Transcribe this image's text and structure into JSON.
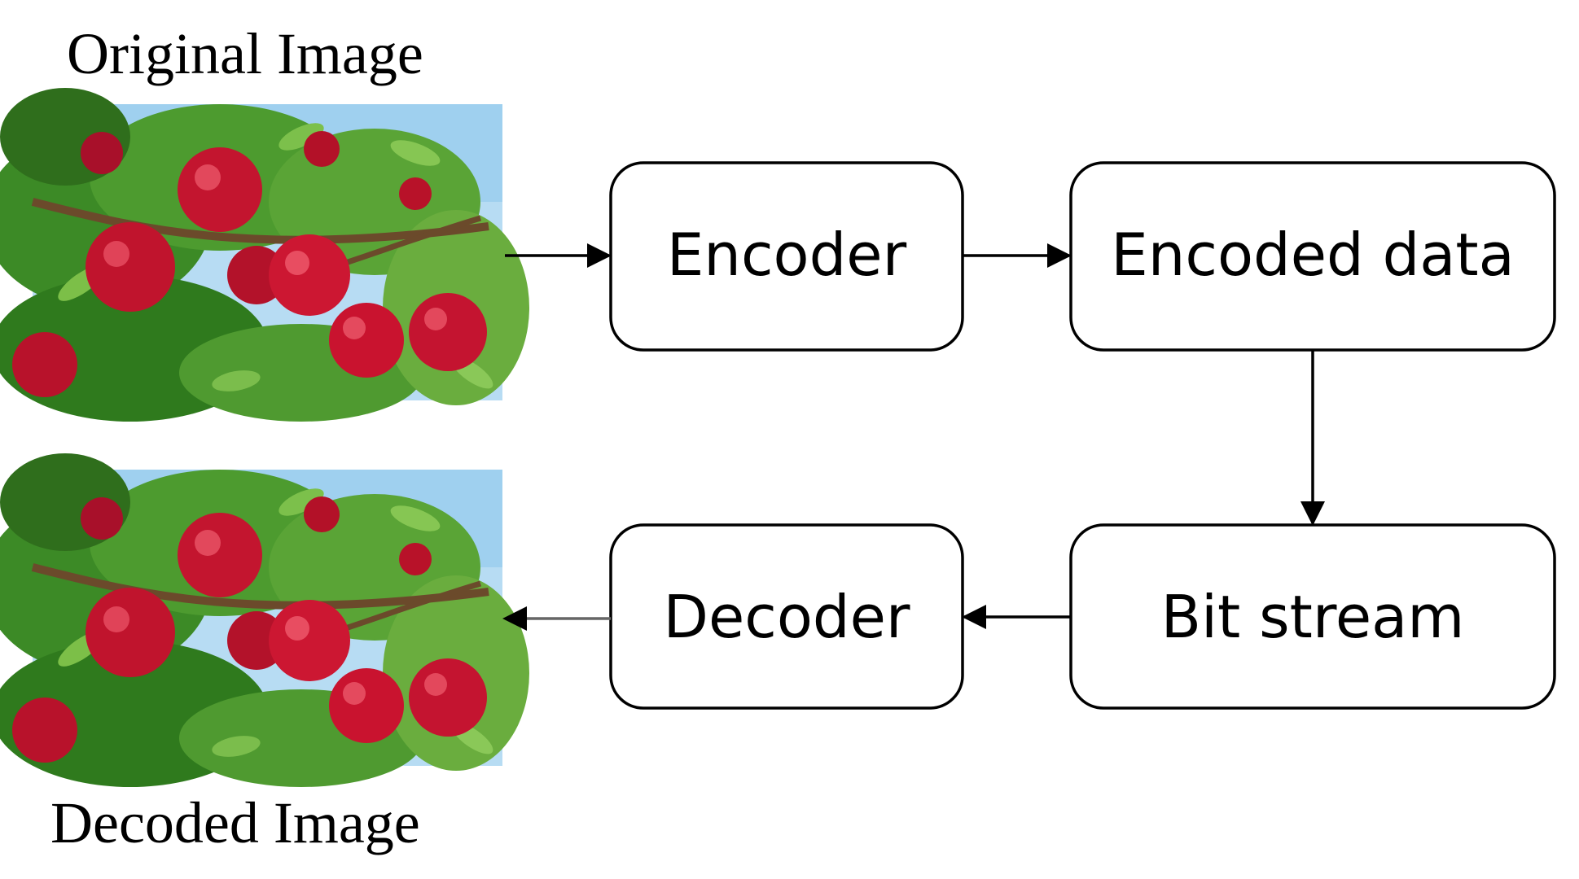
{
  "captions": {
    "original_image": "Original  Image",
    "decoded_image": "Decoded Image"
  },
  "boxes": {
    "encoder": "Encoder",
    "encoded_data": "Encoded data",
    "bit_stream": "Bit stream",
    "decoder": "Decoder"
  },
  "photos": {
    "original": {
      "icon": "apple-tree-photo",
      "subject": "red apples on branch"
    },
    "decoded": {
      "icon": "apple-tree-photo",
      "subject": "red apples on branch"
    }
  },
  "colors": {
    "sky": "#a9d6f2",
    "leaf": "#3f8a2a",
    "apple": "#c8102e"
  }
}
